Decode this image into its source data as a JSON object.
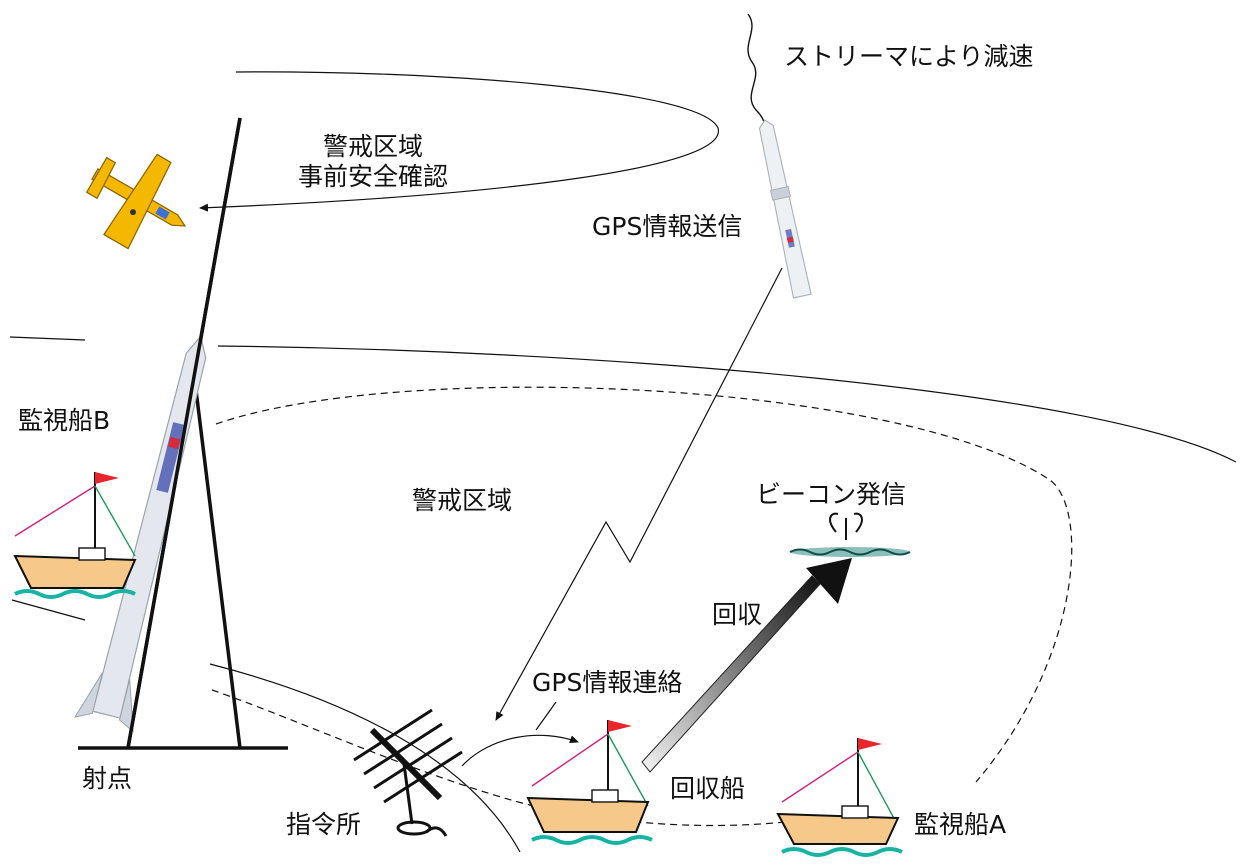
{
  "labels": {
    "streamer": "ストリーマにより減速",
    "alert_confirm_line1": "警戒区域",
    "alert_confirm_line2": "事前安全確認",
    "gps_send": "GPS情報送信",
    "monitor_b": "監視船B",
    "alert_zone": "警戒区域",
    "beacon": "ビーコン発信",
    "recover": "回収",
    "gps_contact": "GPS情報連絡",
    "recovery_ship": "回収船",
    "monitor_a": "監視船A",
    "command_post": "指令所",
    "launch_site": "射点"
  },
  "colors": {
    "line": "#111111",
    "ship_hull": "#f6c98a",
    "ship_cabin": "#ffffff",
    "flag": "#e8262b",
    "pennants_pink": "#d6207a",
    "pennants_green": "#1a9a5a",
    "water": "#17b3a3",
    "plane_yellow": "#f5b800",
    "rocket_body": "#e4e8ee",
    "rocket_logo": "#3a4aa8",
    "rocket_logo_red": "#d42a3c",
    "recovery_arrow_dark": "#111111",
    "recovery_arrow_light": "#f2f2f2"
  },
  "icons": {
    "plane": "airplane-icon",
    "rocket": "rocket-icon",
    "ship": "ship-icon",
    "antenna": "antenna-icon",
    "beacon": "beacon-splash-icon"
  }
}
